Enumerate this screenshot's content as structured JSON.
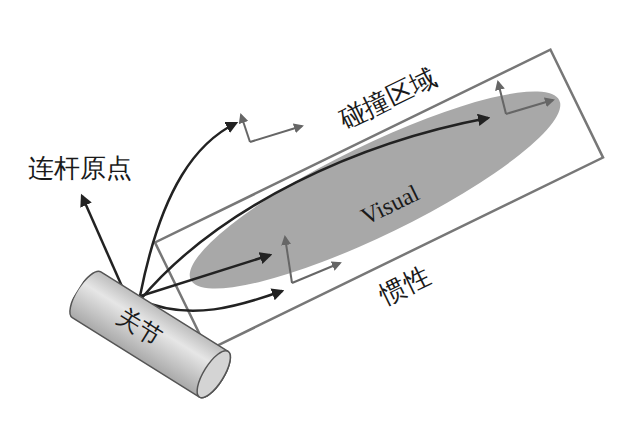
{
  "diagram": {
    "nodes": [
      {
        "text": [
          "关节"
        ]
      },
      {
        "text": [
          "Visual"
        ]
      }
    ],
    "labels": [
      "连杆原点",
      "碰撞区域",
      "惯性"
    ]
  }
}
